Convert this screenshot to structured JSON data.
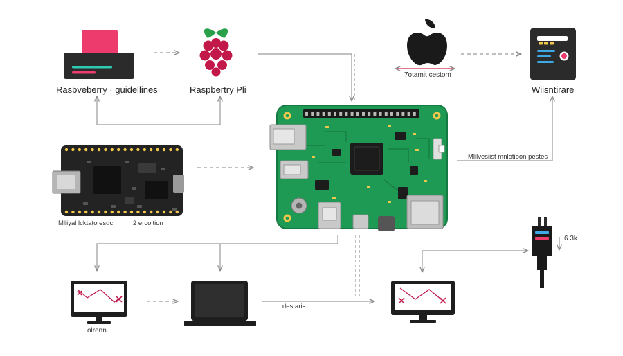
{
  "labels": {
    "printer": "Rasbveberry · guidellines",
    "raspberry": "Raspbertry Pli",
    "apple_caption": "7otamit cestom",
    "window": "Wiisntirare",
    "side_note": "Mlilvesiist mnlotioon pestes",
    "board_left": "Mlliyal lcktato esdc",
    "board_revision": "2 ercoltion",
    "cable_value": "6.3k",
    "monitor_left": "olrenn",
    "bottom_middle": "destaris"
  },
  "colors": {
    "pcb": "#1f9a55",
    "pcb_dark": "#157a41",
    "raspberry_red": "#c2184a",
    "leaf_green": "#2aa04a",
    "accent_pink": "#ee3b6e",
    "accent_teal": "#2fc8b0",
    "accent_yellow": "#f2c94c",
    "accent_blue": "#3da9e6",
    "device_dark": "#2b2b2b",
    "arrow_gray": "#9a9a9a",
    "caption_red": "#d0284a"
  },
  "icons": [
    "printer-icon",
    "raspberry-logo-icon",
    "apple-logo-icon",
    "app-window-icon",
    "raspberry-pi-board-icon",
    "microcontroller-board-icon",
    "usb-cable-icon",
    "monitor-icon",
    "laptop-icon"
  ]
}
